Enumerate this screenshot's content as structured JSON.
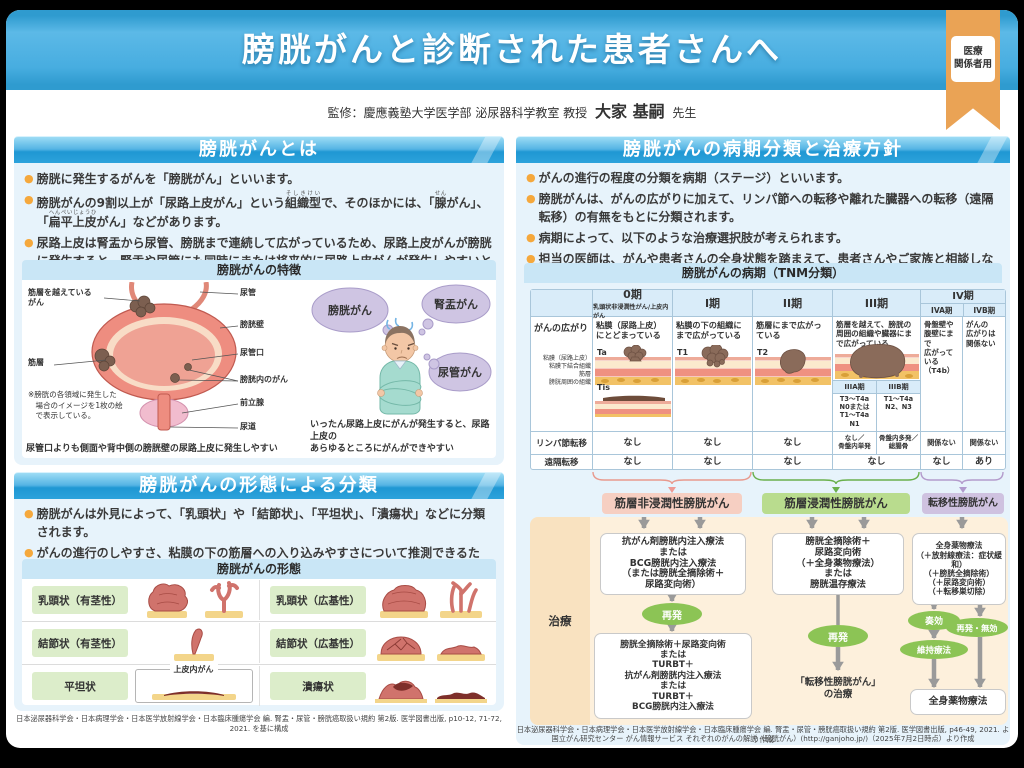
{
  "header": {
    "title": "膀胱がんと診断された患者さんへ",
    "ribbon": "医療\n関係者用",
    "supervision_prefix": "監修：慶應義塾大学医学部 泌尿器科学教室 教授",
    "supervisor_name": "大家 基嗣",
    "supervisor_suffix": "先生"
  },
  "what_is": {
    "title": "膀胱がんとは",
    "bullet1": "膀胱に発生するがんを「膀胱がん」といいます。",
    "bullet2": {
      "p1": "膀胱がんの9割以上が「尿路上皮がん」という",
      "r1b": "組織型",
      "r1t": "そしきけい",
      "p2": "で、そのほかには、「",
      "r2b": "腺",
      "r2t": "せん",
      "p3": "がん」、「",
      "r3b": "扁平上皮",
      "r3t": "へんぺいじょうひ",
      "p4": "がん」などがあります。"
    },
    "bullet3": "尿路上皮は腎盂から尿管、膀胱まで連続して広がっているため、尿路上皮がんが膀胱に発生すると、腎盂や尿管にも同時にまたは将来的に尿路上皮がんが発生しやすいという特徴があります。",
    "feature": {
      "title": "膀胱がんの特徴",
      "label_beyond_muscle": "筋層を越えている\nがん",
      "label_muscle": "筋層",
      "label_ureter": "尿管",
      "label_bladder_wall": "膀胱壁",
      "label_ureteral_orifice": "尿管口",
      "label_cancer_inside": "膀胱内のがん",
      "label_prostate": "前立腺",
      "label_urethra": "尿道",
      "note": "※膀胱の各領域に発生した\n　場合のイメージを1枚の絵\n　で表示している。",
      "caption_left": "尿管口よりも側面や背中側の膀胱壁の尿路上皮に発生しやすい",
      "bubble1": "膀胱がん",
      "bubble2": "腎盂がん",
      "bubble3": "尿管がん",
      "caption_right": "いったん尿路上皮にがんが発生すると、尿路上皮の\nあらゆるところにがんができやすい"
    }
  },
  "morphology": {
    "title": "膀胱がんの形態による分類",
    "bullet1": "膀胱がんは外見によって、「乳頭状」や「結節状」、「平坦状」、「潰瘍状」などに分類されます。",
    "bullet2": "がんの進行のしやすさ、粘膜の下の筋層への入り込みやすさについて推測できるため、膀胱がんの形態は治療方針を検討するうえで重要な情報です。",
    "panel_title": "膀胱がんの形態",
    "item1": "乳頭状（有茎性）",
    "item2": "乳頭状（広基性）",
    "item3": "結節状（有茎性）",
    "item4": "結節状（広基性）",
    "item5": "平坦状",
    "item6": "潰瘍状",
    "cis_label": "上皮内がん",
    "source": "日本泌尿器科学会・日本病理学会・日本医学放射線学会・日本臨床腫瘍学会 編. 腎盂・尿管・膀胱癌取扱い規約 第2版. 医学図書出版, p10-12, 71-72, 2021. を基に構成"
  },
  "staging": {
    "title": "膀胱がんの病期分類と治療方針",
    "bullet1": "がんの進行の程度の分類を病期（ステージ）といいます。",
    "bullet2": "膀胱がんは、がんの広がりに加えて、リンパ節への転移や離れた臓器への転移（遠隔転移）の有無をもとに分類されます。",
    "bullet3": "病期によって、以下のような治療選択肢が考えられます。",
    "bullet4": "担当の医師は、がんや患者さんの全身状態を踏まえて、患者さんやご家族と相談しながら治療方針を決めていきます。",
    "tnm": {
      "title": "膀胱がんの病期（TNM分類）",
      "spread_label": "がんの広がり",
      "layer1": "粘膜（尿路上皮）",
      "layer2": "粘膜下結合組織",
      "layer3": "筋層",
      "layer4": "膀胱周囲の組織",
      "stage0_name": "0期",
      "stage0_sub": "乳頭状非浸潤性がん/上皮内がん",
      "stage0_desc": "粘膜（尿路上皮）にとどまっている",
      "t_ta": "Ta",
      "t_tis": "Tis",
      "stage1_name": "I期",
      "stage1_desc": "粘膜の下の組織にまで広がっている",
      "t_t1": "T1",
      "stage2_name": "II期",
      "stage2_desc": "筋層にまで広がっている",
      "t_t2": "T2",
      "stage3_name": "III期",
      "stage3_desc": "筋層を越えて、膀胱の周囲の組織や臓器にまで広がっている",
      "stage3a_name": "IIIA期",
      "stage3a_t": "T3～T4a\nN0または\nT1～T4a\nN1",
      "stage3b_name": "IIIB期",
      "stage3b_t": "T1～T4a\nN2、N3",
      "stage4_name": "IV期",
      "stage4a_name": "IVA期",
      "stage4b_name": "IVB期",
      "stage4a_desc": "骨盤壁や\n腹壁にまで\n広がって\nいる\n（T4b）",
      "stage4b_desc": "がんの\n広がりは\n関係ない",
      "lymph_label": "リンパ節転移",
      "lymph0": "なし",
      "lymph1": "なし",
      "lymph2": "なし",
      "lymph3a": "なし／\n骨盤内単発",
      "lymph3b": "骨盤内多発／\n総腸骨",
      "lymph4a": "関係ない",
      "lymph4b": "関係ない",
      "distant_label": "遠隔転移",
      "distant0": "なし",
      "distant1": "なし",
      "distant2": "なし",
      "distant3": "なし",
      "distant4a": "なし",
      "distant4b": "あり"
    },
    "cat1": "筋層非浸潤性膀胱がん",
    "cat2": "筋層浸潤性膀胱がん",
    "cat3": "転移性膀胱がん",
    "flow": {
      "treatment_label": "治療",
      "c1_box1": "抗がん剤膀胱内注入療法\nまたは\nBCG膀胱内注入療法\n（または膀胱全摘除術＋\n尿路変向術）",
      "c1_oval": "再発",
      "c1_box2": "膀胱全摘除術＋尿路変向術\nまたは\nTURBT＋\n抗がん剤膀胱内注入療法\nまたは\nTURBT＋\nBCG膀胱内注入療法",
      "c2_box1": "膀胱全摘除術＋\n尿路変向術\n（＋全身薬物療法）\nまたは\n膀胱温存療法",
      "c2_oval": "再発",
      "c2_end": "「転移性膀胱がん」\nの治療",
      "c3_box1": "全身薬物療法\n（＋放射線療法：症状緩和）\n（＋膀胱全摘除術）\n（＋尿路変向術）\n（＋転移巣切除）",
      "c3_oval_respond": "奏効",
      "c3_oval_relapse": "再発・無効",
      "c3_oval_maintain": "維持療法",
      "c3_box2": "全身薬物療法"
    },
    "source1": "日本泌尿器科学会・日本病理学会・日本医学放射線学会・日本臨床腫瘍学会 編. 腎盂・尿管・膀胱癌取扱い規約 第2版. 医学図書出版, p46-49, 2021. より作成",
    "source2": "国立がん研究センター がん情報サービス それぞれのがんの解説（膀胱がん）(http://ganjoho.jp/)（2025年7月2日時点）より作成"
  }
}
